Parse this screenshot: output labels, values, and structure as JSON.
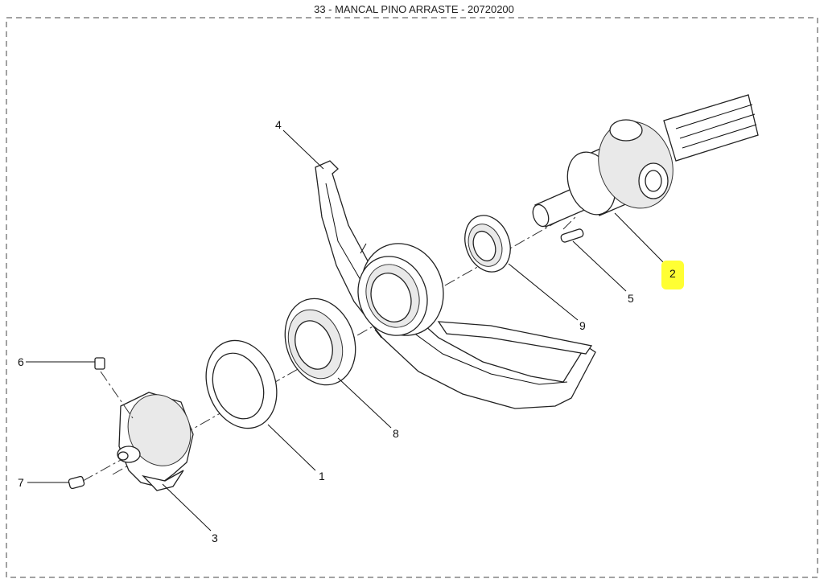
{
  "title": "33 - MANCAL PINO ARRASTE - 20720200",
  "highlight_color": "#ffff33",
  "callouts": [
    {
      "id": "c1",
      "text": "1"
    },
    {
      "id": "c2",
      "text": "2"
    },
    {
      "id": "c3",
      "text": "3"
    },
    {
      "id": "c4",
      "text": "4"
    },
    {
      "id": "c5",
      "text": "5"
    },
    {
      "id": "c6",
      "text": "6"
    },
    {
      "id": "c7",
      "text": "7"
    },
    {
      "id": "c8",
      "text": "8"
    },
    {
      "id": "c9",
      "text": "9"
    }
  ]
}
